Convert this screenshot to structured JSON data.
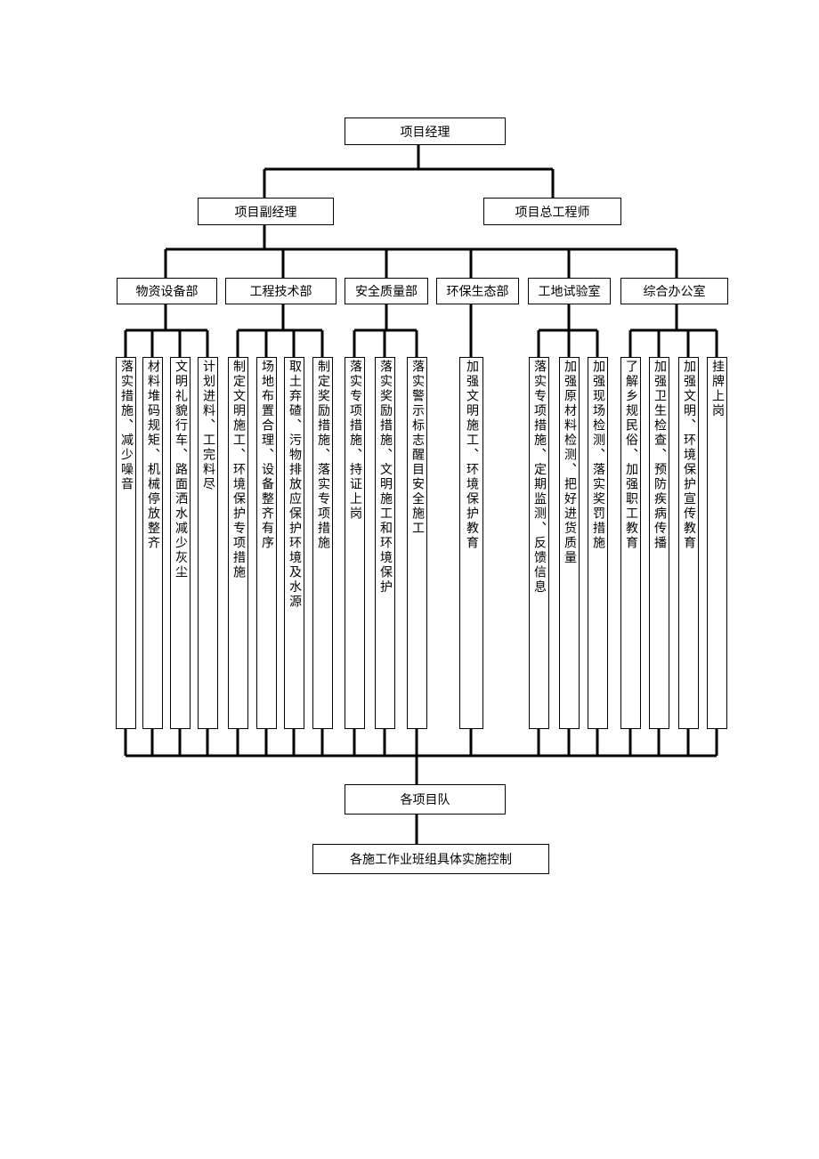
{
  "top": "项目经理",
  "level2": [
    "项目副经理",
    "项目总工程师"
  ],
  "departments": [
    "物资设备部",
    "工程技术部",
    "安全质量部",
    "环保生态部",
    "工地试验室",
    "综合办公室"
  ],
  "tasks": [
    [
      "落实措施、减少噪音",
      "材料堆码规矩、机械停放整齐",
      "文明礼貌行车、路面洒水减少灰尘",
      "计划进料、工完料尽"
    ],
    [
      "制定文明施工、环境保护专项措施",
      "场地布置合理、设备整齐有序",
      "取土弃碴、污物排放应保护环境及水源",
      "制定奖励措施、落实专项措施"
    ],
    [
      "落实专项措施、持证上岗",
      "落实奖励措施、文明施工和环境保护",
      "落实警示标志醒目安全施工"
    ],
    [
      "加强文明施工、环境保护教育"
    ],
    [
      "落实专项措施、定期监测、反馈信息",
      "加强原材料检测、把好进货质量",
      "加强现场检测、落实奖罚措施"
    ],
    [
      "了解乡规民俗、加强职工教育",
      "加强卫生检查、预防疾病传播",
      "加强文明、环境保护宣传教育",
      "挂牌上岗"
    ]
  ],
  "teams": "各项目队",
  "bottom": "各施工作业班组具体实施控制"
}
